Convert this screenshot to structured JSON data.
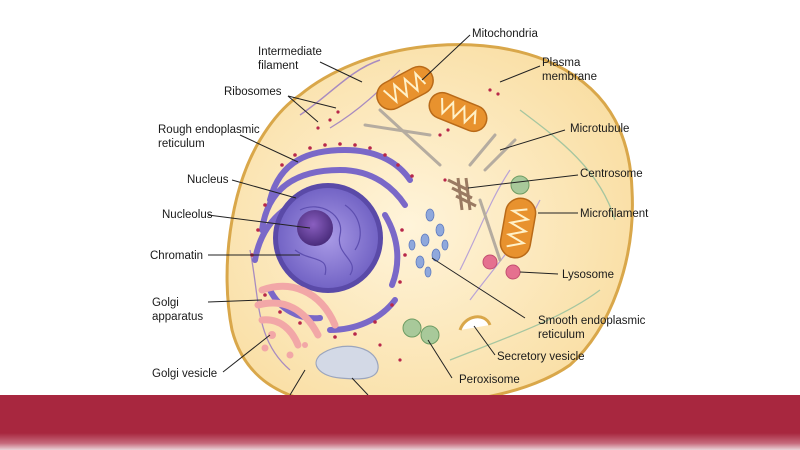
{
  "labels": {
    "intermediate_filament": [
      "Intermediate",
      "filament"
    ],
    "ribosomes": "Ribosomes",
    "rough_er": [
      "Rough endoplasmic",
      "reticulum"
    ],
    "nucleus": "Nucleus",
    "nucleolus": "Nucleolus",
    "chromatin": "Chromatin",
    "golgi_apparatus": [
      "Golgi",
      "apparatus"
    ],
    "golgi_vesicle": "Golgi vesicle",
    "mitochondria": "Mitochondria",
    "plasma_membrane": [
      "Plasma",
      "membrane"
    ],
    "microtubule": "Microtubule",
    "centrosome": "Centrosome",
    "microfilament": "Microfilament",
    "lysosome": "Lysosome",
    "smooth_er": [
      "Smooth endoplasmic",
      "reticulum"
    ],
    "secretory_vesicle": "Secretory vesicle",
    "peroxisome": "Peroxisome"
  },
  "colors": {
    "cytoplasm": "#fbe6b8",
    "membrane": "#d9a74a",
    "nucleus_envelope": "#7d6bc7",
    "nucleoplasm": "#8d7fd6",
    "nucleolus": "#5b3d91",
    "mitochondria": "#e8922e",
    "golgi": "#f2a7a7",
    "lysosome": "#e5708f",
    "peroxisome": "#a8c99a",
    "band": "#a8273f"
  }
}
